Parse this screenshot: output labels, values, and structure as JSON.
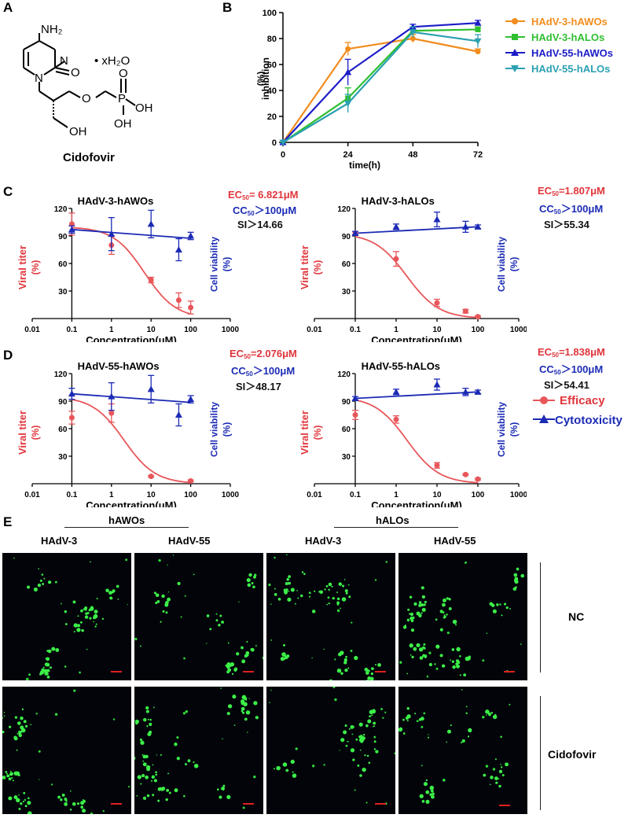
{
  "panels": {
    "A": "A",
    "B": "B",
    "C": "C",
    "D": "D",
    "E": "E"
  },
  "molecule": {
    "name": "Cidofovir",
    "amine": "NH₂",
    "hydrate": "• xH₂O",
    "ring_n1": "N",
    "ring_n3": "N",
    "carbonyl_o": "O",
    "ether_o": "O",
    "phos_p": "P",
    "phos_o": "O",
    "phos_oh1": "OH",
    "phos_oh2": "OH",
    "alcohol_oh": "OH"
  },
  "colors": {
    "orange": "#f28c1c",
    "green": "#2fbf2f",
    "navy": "#1c1cc8",
    "teal": "#2aa0b0",
    "efficacy": "#e8565a",
    "cytotox": "#1c2bb5"
  },
  "chart_data": [
    {
      "type": "line",
      "panel": "B",
      "xlabel": "time(h)",
      "ylabel_line1": "inhibition",
      "ylabel_line2": "(%)",
      "x": [
        0,
        24,
        48,
        72
      ],
      "xlim": [
        0,
        72
      ],
      "ylim": [
        0,
        100
      ],
      "xticks": [
        "0",
        "24",
        "48",
        "72"
      ],
      "yticks": [
        "0",
        "20",
        "40",
        "60",
        "80",
        "100"
      ],
      "legend_position": "right",
      "series": [
        {
          "name": "HAdV-3-hAWOs",
          "color": "#f28c1c",
          "marker": "circle",
          "values": [
            0,
            72,
            80,
            70
          ],
          "err": [
            0,
            5,
            3,
            2
          ]
        },
        {
          "name": "HAdV-3-hALOs",
          "color": "#2fbf2f",
          "marker": "square",
          "values": [
            0,
            34,
            86,
            87
          ],
          "err": [
            0,
            8,
            3,
            2
          ]
        },
        {
          "name": "HAdV-55-hAWOs",
          "color": "#1c1cc8",
          "marker": "triangle-up",
          "values": [
            0,
            54,
            89,
            92
          ],
          "err": [
            0,
            10,
            2,
            2
          ]
        },
        {
          "name": "HAdV-55-hALOs",
          "color": "#2aa0b0",
          "marker": "triangle-down",
          "values": [
            0,
            30,
            85,
            78
          ],
          "err": [
            0,
            7,
            4,
            5
          ]
        }
      ]
    },
    {
      "type": "scatter",
      "panel": "C",
      "title": "HAdV-3-hAWOs",
      "xlabel": "Concentration(μM)",
      "ylabel_left": "Viral titer",
      "ylabel_left2": "(%)",
      "ylabel_right": "Cell viability",
      "ylabel_right2": "(%)",
      "xscale": "log",
      "xticks": [
        "0.01",
        "0.1",
        "1",
        "10",
        "100",
        "1000"
      ],
      "yticks": [
        "30",
        "60",
        "90",
        "120"
      ],
      "ylim": [
        0,
        120
      ],
      "ec50_label": "EC",
      "ec50_sub": "50",
      "ec50_value": "= 6.821μM",
      "cc50_label": "CC",
      "cc50_sub": "50",
      "cc50_value": "＞100μM",
      "si": "SI＞14.66",
      "ec50": 6.821,
      "efficacy": {
        "x": [
          0.1,
          1,
          10,
          50,
          100
        ],
        "y": [
          103,
          80,
          42,
          20,
          12
        ],
        "err": [
          12,
          10,
          3,
          8,
          7
        ]
      },
      "cytotoxicity": {
        "x": [
          0.1,
          1,
          10,
          50,
          100
        ],
        "y": [
          97,
          92,
          103,
          75,
          90
        ],
        "err": [
          4,
          18,
          15,
          12,
          4
        ]
      }
    },
    {
      "type": "scatter",
      "panel": "C",
      "title": "HAdV-3-hALOs",
      "xlabel": "Concentration(μM)",
      "ylabel_left": "Viral titer",
      "ylabel_left2": "(%)",
      "ylabel_right": "Cell viability",
      "ylabel_right2": "(%)",
      "xscale": "log",
      "xticks": [
        "0.01",
        "0.1",
        "1",
        "10",
        "100",
        "1000"
      ],
      "yticks": [
        "30",
        "60",
        "90",
        "120"
      ],
      "ylim": [
        0,
        120
      ],
      "ec50_label": "EC",
      "ec50_sub": "50",
      "ec50_value": "=1.807μM",
      "cc50_label": "CC",
      "cc50_sub": "50",
      "cc50_value": "＞100μM",
      "si": "SI＞55.34",
      "ec50": 1.807,
      "efficacy": {
        "x": [
          0.1,
          1,
          10,
          50,
          100
        ],
        "y": [
          93,
          65,
          17,
          8,
          2
        ],
        "err": [
          2,
          8,
          4,
          2,
          1
        ]
      },
      "cytotoxicity": {
        "x": [
          0.1,
          1,
          10,
          50,
          100
        ],
        "y": [
          93,
          100,
          108,
          100,
          100
        ],
        "err": [
          2,
          3,
          8,
          6,
          2
        ]
      }
    },
    {
      "type": "scatter",
      "panel": "D",
      "title": "HAdV-55-hAWOs",
      "xlabel": "Concentration(μM)",
      "ylabel_left": "Viral titer",
      "ylabel_left2": "(%)",
      "ylabel_right": "Cell viability",
      "ylabel_right2": "(%)",
      "xscale": "log",
      "xticks": [
        "0.01",
        "0.1",
        "1",
        "10",
        "100",
        "1000"
      ],
      "yticks": [
        "30",
        "60",
        "90",
        "120"
      ],
      "ylim": [
        0,
        120
      ],
      "ec50_label": "EC",
      "ec50_sub": "50",
      "ec50_value": "=2.076μM",
      "cc50_label": "CC",
      "cc50_sub": "50",
      "cc50_value": "＞100μM",
      "si": "SI＞48.17",
      "ec50": 2.076,
      "efficacy": {
        "x": [
          0.1,
          1,
          10,
          100
        ],
        "y": [
          72,
          77,
          8,
          3
        ],
        "err": [
          7,
          10,
          1,
          1
        ]
      },
      "cytotoxicity": {
        "x": [
          0.1,
          1,
          10,
          50,
          100
        ],
        "y": [
          98,
          95,
          103,
          75,
          92
        ],
        "err": [
          6,
          15,
          15,
          12,
          4
        ]
      }
    },
    {
      "type": "scatter",
      "panel": "D",
      "title": "HAdV-55-hALOs",
      "xlabel": "Concentration(μM)",
      "ylabel_left": "Viral titer",
      "ylabel_left2": "(%)",
      "ylabel_right": "Cell viability",
      "ylabel_right2": "(%)",
      "xscale": "log",
      "xticks": [
        "0.01",
        "0.1",
        "1",
        "10",
        "100",
        "1000"
      ],
      "yticks": [
        "30",
        "60",
        "90",
        "120"
      ],
      "ylim": [
        0,
        120
      ],
      "ec50_label": "EC",
      "ec50_sub": "50",
      "ec50_value": "=1.838μM",
      "cc50_label": "CC",
      "cc50_sub": "50",
      "cc50_value": "＞100μM",
      "si": "SI＞54.41",
      "ec50": 1.838,
      "efficacy": {
        "x": [
          0.1,
          1,
          10,
          50,
          100
        ],
        "y": [
          75,
          70,
          20,
          10,
          5
        ],
        "err": [
          5,
          4,
          3,
          1,
          1
        ]
      },
      "cytotoxicity": {
        "x": [
          0.1,
          1,
          10,
          50,
          100
        ],
        "y": [
          93,
          100,
          108,
          100,
          100
        ],
        "err": [
          2,
          3,
          6,
          4,
          2
        ]
      }
    }
  ],
  "dose_legend": {
    "efficacy": "Efficacy",
    "cytotoxicity": "Cytotoxicity"
  },
  "panel_e": {
    "groups": [
      "hAWOs",
      "hALOs"
    ],
    "columns": [
      "HAdV-3",
      "HAdV-55",
      "HAdV-3",
      "HAdV-55"
    ],
    "rows": [
      "NC",
      "Cidofovir"
    ]
  }
}
